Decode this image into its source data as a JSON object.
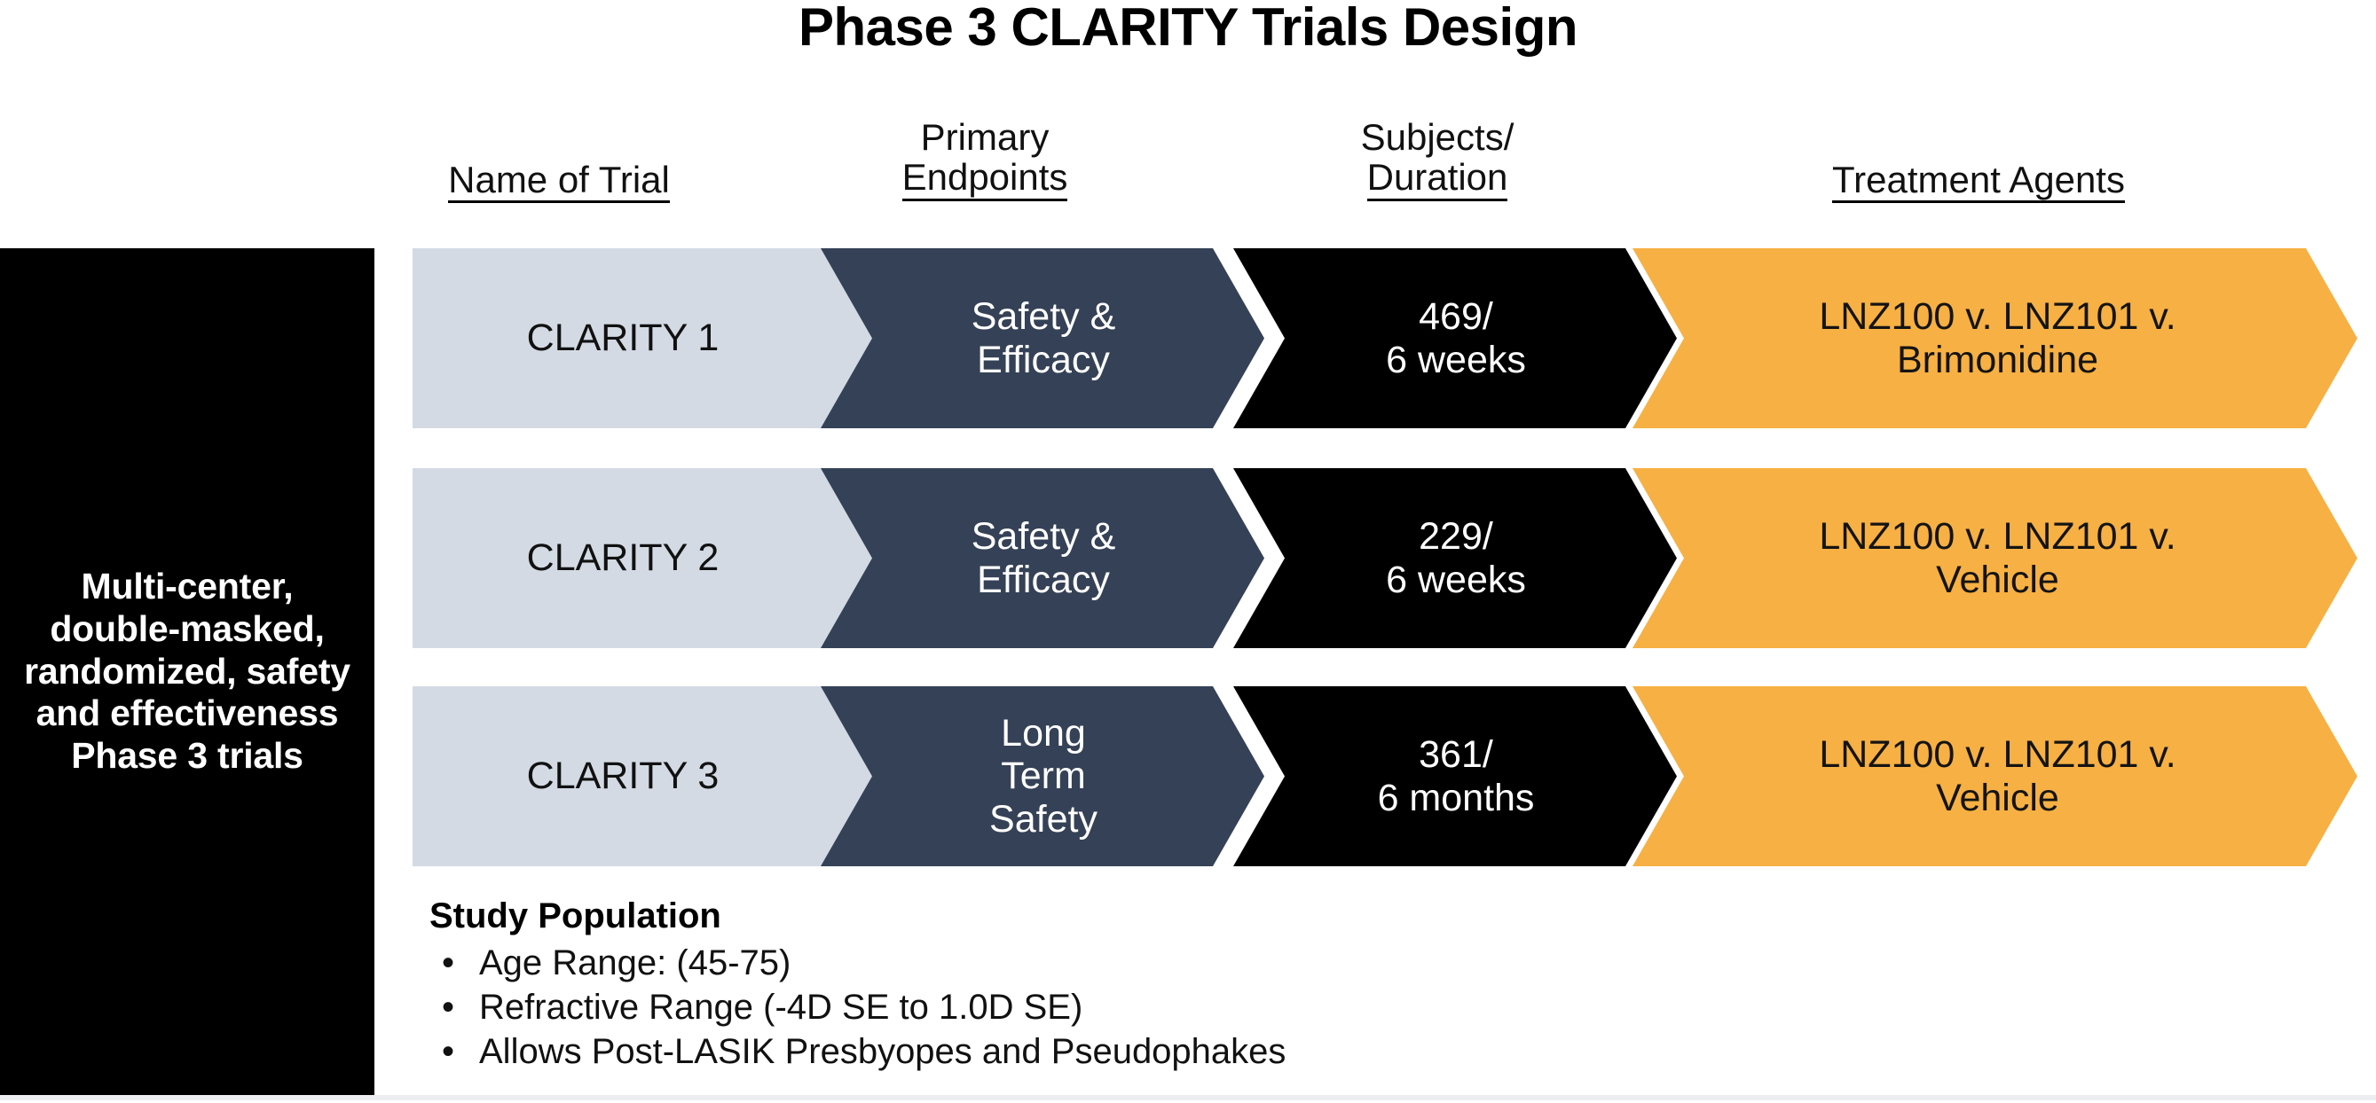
{
  "title": "Phase 3 CLARITY Trials Design",
  "headers": {
    "name_of_trial": {
      "line1": "",
      "line2": "Name of Trial"
    },
    "primary_endpoints": {
      "line1": "Primary",
      "line2": "Endpoints"
    },
    "subjects_duration": {
      "line1": "Subjects/",
      "line2": "Duration"
    },
    "treatment_agents": {
      "line1": "",
      "line2": "Treatment Agents"
    }
  },
  "side_panel": {
    "text": "Multi-center, double-masked, randomized, safety and effectiveness Phase 3 trials"
  },
  "rows": [
    {
      "name": "CLARITY 1",
      "endpoint_line1": "Safety &",
      "endpoint_line2": "Efficacy",
      "endpoint_line3": "",
      "subjects": "469/",
      "duration": "6 weeks",
      "treatment_line1": "LNZ100 v. LNZ101 v.",
      "treatment_line2": "Brimonidine"
    },
    {
      "name": "CLARITY 2",
      "endpoint_line1": "Safety &",
      "endpoint_line2": "Efficacy",
      "endpoint_line3": "",
      "subjects": "229/",
      "duration": "6 weeks",
      "treatment_line1": "LNZ100 v. LNZ101 v.",
      "treatment_line2": "Vehicle"
    },
    {
      "name": "CLARITY 3",
      "endpoint_line1": "Long",
      "endpoint_line2": "Term",
      "endpoint_line3": "Safety",
      "subjects": "361/",
      "duration": "6 months",
      "treatment_line1": "LNZ100 v. LNZ101 v.",
      "treatment_line2": "Vehicle"
    }
  ],
  "study_population": {
    "title": "Study Population",
    "bullet_glyph": "•",
    "items": [
      "Age Range: (45-75)",
      "Refractive Range (-4D SE to 1.0D SE)",
      "Allows Post-LASIK Presbyopes and Pseudophakes"
    ]
  },
  "colors": {
    "name_fill": "#d3dae4",
    "endpoint_fill": "#354156",
    "subject_fill": "#000000",
    "treatment_fill": "#f7b043",
    "panel_fill": "#000000",
    "background": "#ffffff"
  }
}
